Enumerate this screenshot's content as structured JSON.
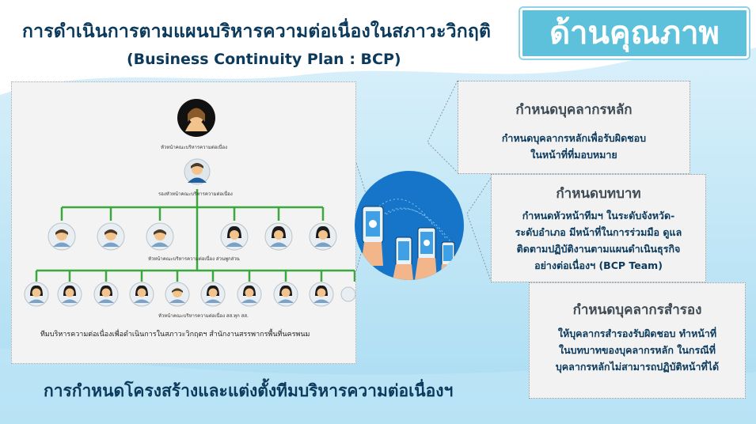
{
  "header": {
    "title": "การดำเนินการตามแผนบริหารความต่อเนื่องในสภาวะวิกฤติ",
    "subtitle": "(Business Continuity Plan : BCP)",
    "badge": "ด้านคุณภาพ"
  },
  "org_chart": {
    "top_label": "หัวหน้าคณะบริหารความต่อเนื่อง",
    "deputy_label": "รองหัวหน้าคณะบริหารความต่อเนื่อง",
    "level3_label": "หัวหน้าคณะบริหารความต่อเนื่อง ส่วนพูกส่วน",
    "level4_label": "หัวหน้าคณะบริหารความต่อเนื่อง สส.ทุก สส.",
    "caption": "ทีมบริหารความต่อเนื่องเพื่อดำเนินการในสภาวะวิกฤตฯ สำนักงานสรรพากรพื้นที่นครพนม"
  },
  "bottom_caption": "การกำหนดโครงสร้างและแต่งตั้งทีมบริหารความต่อเนื่องฯ",
  "cards": [
    {
      "title": "กำหนดบุคลากรหลัก",
      "lines": [
        "กำหนดบุคลากรหลักเพื่อรับผิดชอบ",
        "ในหน้าที่ที่มอบหมาย"
      ]
    },
    {
      "title": "กำหนดบทบาท",
      "lines": [
        "กำหนดหัวหน้าทีมฯ ในระดับจังหวัด-",
        "ระดับอำเภอ มีหน้าที่ในการร่วมมือ ดูแล",
        "ติดตามปฏิบัติงานตามแผนดำเนินธุรกิจ",
        "อย่างต่อเนื่องฯ (BCP Team)"
      ]
    },
    {
      "title": "กำหนดบุคลากรสำรอง",
      "lines": [
        "ให้บุคลากรสำรองรับผิดชอบ ทำหน้าที่",
        "ในบทบาทของบุคลากรหลัก ในกรณีที่",
        "บุคลากรหลักไม่สามารถปฏิบัติหน้าที่ได้"
      ]
    }
  ],
  "colors": {
    "title": "#0b3a5c",
    "badge": "#5ec1dc",
    "connector": "#3aa83a",
    "circle": "#1675c8"
  },
  "icons": [
    "person-silhouette-icon",
    "hands-holding-phones-icon"
  ]
}
